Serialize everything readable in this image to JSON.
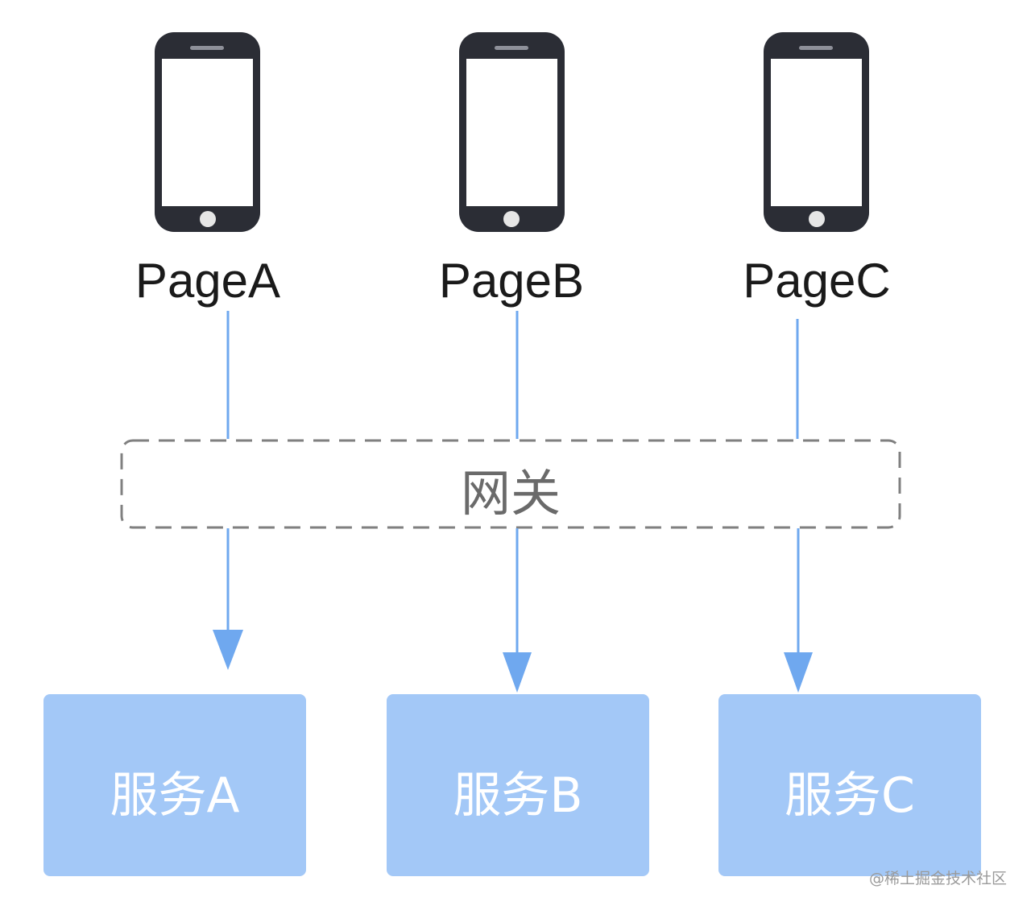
{
  "pages": [
    {
      "id": "a",
      "label": "PageA"
    },
    {
      "id": "b",
      "label": "PageB"
    },
    {
      "id": "c",
      "label": "PageC"
    }
  ],
  "gateway": {
    "label": "网关"
  },
  "services": [
    {
      "id": "a",
      "label": "服务A"
    },
    {
      "id": "b",
      "label": "服务B"
    },
    {
      "id": "c",
      "label": "服务C"
    }
  ],
  "watermark": "@稀土掘金技术社区",
  "colors": {
    "phone_body": "#2b2d35",
    "phone_screen": "#ffffff",
    "home_button": "#e6e6e6",
    "arrow": "#6fa8ef",
    "gateway_border": "#808080",
    "service_fill": "#a3c8f7",
    "service_text": "#ffffff"
  }
}
